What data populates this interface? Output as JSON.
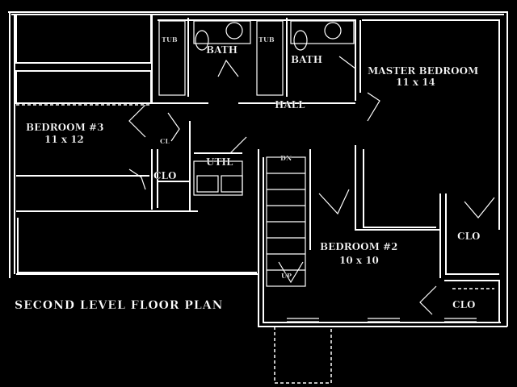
{
  "plan": {
    "title": "SECOND LEVEL FLOOR PLAN",
    "rooms": {
      "tub1": "TUB",
      "bath1": "BATH",
      "tub2": "TUB",
      "bath2": "BATH",
      "master_name": "MASTER BEDROOM",
      "master_size": "11 x 14",
      "hall": "HALL",
      "bed3_name": "BEDROOM #3",
      "bed3_size": "11 x 12",
      "cl": "CL",
      "clo_left": "CLO",
      "util": "UTIL",
      "dn": "DN",
      "up": "UP",
      "bed2_name": "BEDROOM #2",
      "bed2_size": "10 x 10",
      "clo_right_upper": "CLO",
      "clo_right_lower": "CLO"
    }
  }
}
